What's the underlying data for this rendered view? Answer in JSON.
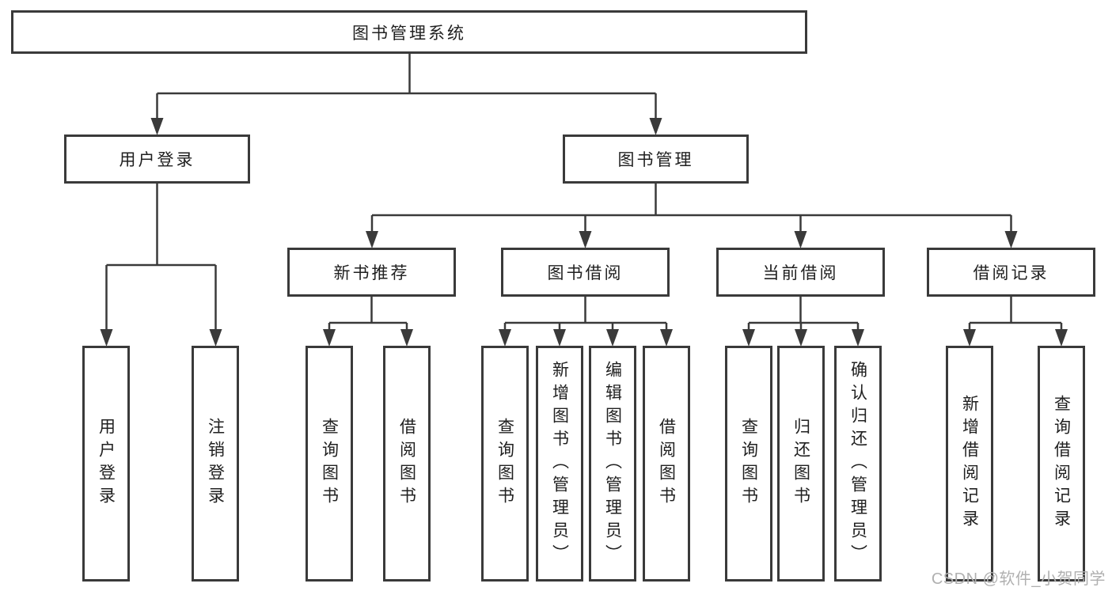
{
  "colors": {
    "line": "#3a3a3a",
    "text": "#202020",
    "background": "#ffffff",
    "watermark": "#b0b0b0"
  },
  "watermark": {
    "text": "CSDN @软件_小贺同学"
  },
  "tree": {
    "root": {
      "label": "图书管理系统"
    },
    "user_login": {
      "label": "用户登录",
      "leaves": [
        {
          "label": "用户登录"
        },
        {
          "label": "注销登录"
        }
      ]
    },
    "book_management": {
      "label": "图书管理",
      "sections": [
        {
          "label": "新书推荐",
          "leaves": [
            {
              "label": "查询图书"
            },
            {
              "label": "借阅图书"
            }
          ]
        },
        {
          "label": "图书借阅",
          "leaves": [
            {
              "label": "查询图书"
            },
            {
              "label": "新增图书（管理员）"
            },
            {
              "label": "编辑图书（管理员）"
            },
            {
              "label": "借阅图书"
            }
          ]
        },
        {
          "label": "当前借阅",
          "leaves": [
            {
              "label": "查询图书"
            },
            {
              "label": "归还图书"
            },
            {
              "label": "确认归还（管理员）"
            }
          ]
        },
        {
          "label": "借阅记录",
          "leaves": [
            {
              "label": "新增借阅记录"
            },
            {
              "label": "查询借阅记录"
            }
          ]
        }
      ]
    }
  }
}
